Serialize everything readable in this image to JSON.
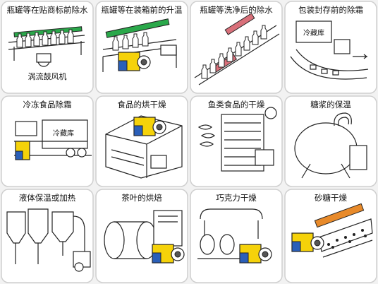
{
  "panels": [
    {
      "title": "瓶罐等在贴商标前除水",
      "label": "涡流鼓风机"
    },
    {
      "title": "瓶罐等在装箱前的升温"
    },
    {
      "title": "瓶罐等洗净后的除水"
    },
    {
      "title": "包装封存前的除霜",
      "label": "冷藏库"
    },
    {
      "title": "冷冻食品除霜",
      "label": "冷藏库"
    },
    {
      "title": "食品的烘干燥"
    },
    {
      "title": "鱼类食品的干燥"
    },
    {
      "title": "糖浆的保温"
    },
    {
      "title": "液体保温或加热"
    },
    {
      "title": "茶叶的烘焙"
    },
    {
      "title": "巧克力干燥"
    },
    {
      "title": "砂糖干燥"
    }
  ],
  "colors": {
    "background": "#f2f2f2",
    "panel": "#ffffff",
    "border": "#cfcfcf",
    "blower_yellow": "#f5d20a",
    "blower_blue": "#2a5fb8",
    "duct_green": "#2aa84a",
    "duct_red": "#d9707a",
    "duct_orange": "#e88a2a"
  }
}
